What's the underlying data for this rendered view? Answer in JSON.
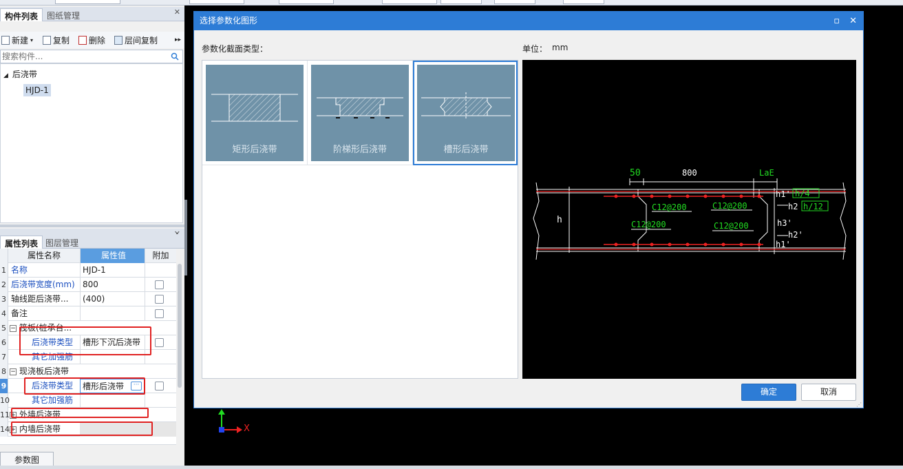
{
  "component_panel": {
    "tabs": [
      {
        "label": "构件列表"
      },
      {
        "label": "图纸管理"
      }
    ],
    "toolbar": {
      "new_label": "新建",
      "copy_label": "复制",
      "delete_label": "删除",
      "floor_copy_label": "层间复制"
    },
    "search": {
      "placeholder": "搜索构件..."
    },
    "tree": {
      "root_label": "后浇带",
      "child_label": "HJD-1"
    }
  },
  "property_panel": {
    "tabs": [
      {
        "label": "属性列表"
      },
      {
        "label": "图层管理"
      }
    ],
    "columns": {
      "name": "属性名称",
      "value": "属性值",
      "extra": "附加"
    },
    "rows": [
      {
        "num": "1",
        "name": "名称",
        "value": "HJD-1"
      },
      {
        "num": "2",
        "name": "后浇带宽度(mm)",
        "value": "800"
      },
      {
        "num": "3",
        "name": "轴线距后浇带...",
        "value": "(400)"
      },
      {
        "num": "4",
        "name": "备注",
        "value": ""
      },
      {
        "num": "5",
        "name": "筏板(桩承台...",
        "value": ""
      },
      {
        "num": "6",
        "name": "后浇带类型",
        "value": "槽形下沉后浇带"
      },
      {
        "num": "7",
        "name": "其它加强筋",
        "value": ""
      },
      {
        "num": "8",
        "name": "现浇板后浇带",
        "value": ""
      },
      {
        "num": "9",
        "name": "后浇带类型",
        "value": "槽形后浇带"
      },
      {
        "num": "10",
        "name": "其它加强筋",
        "value": ""
      },
      {
        "num": "11",
        "name": "外墙后浇带",
        "value": ""
      },
      {
        "num": "14",
        "name": "内墙后浇带",
        "value": ""
      }
    ],
    "param_button": "参数图"
  },
  "dialog": {
    "title": "选择参数化图形",
    "section_label": "参数化截面类型：",
    "unit_label": "单位：",
    "unit_value": "mm",
    "shapes": [
      {
        "label": "矩形后浇带"
      },
      {
        "label": "阶梯形后浇带"
      },
      {
        "label": "槽形后浇带"
      }
    ],
    "cad": {
      "dim_50": "50",
      "dim_800": "800",
      "dim_lae": "LaE",
      "dim_h": "h",
      "lbl_h1_top": "h1'",
      "lbl_h4": "h/4",
      "lbl_h2_top": "h2",
      "lbl_h12": "h/12",
      "lbl_h3": "h3'",
      "lbl_h2_bot": "h2'",
      "lbl_h1_bot": "h1'",
      "rebar_1": "C12@200",
      "rebar_2": "C12@200",
      "rebar_3": "C12@200",
      "rebar_4": "C12@200"
    },
    "ok_label": "确定",
    "cancel_label": "取消"
  },
  "axis": {
    "x_label": "X"
  },
  "colors": {
    "accent": "#2d7cd6",
    "highlight": "#e02020",
    "cad_green": "#22dd22",
    "cad_rebar": "#ee2222"
  }
}
